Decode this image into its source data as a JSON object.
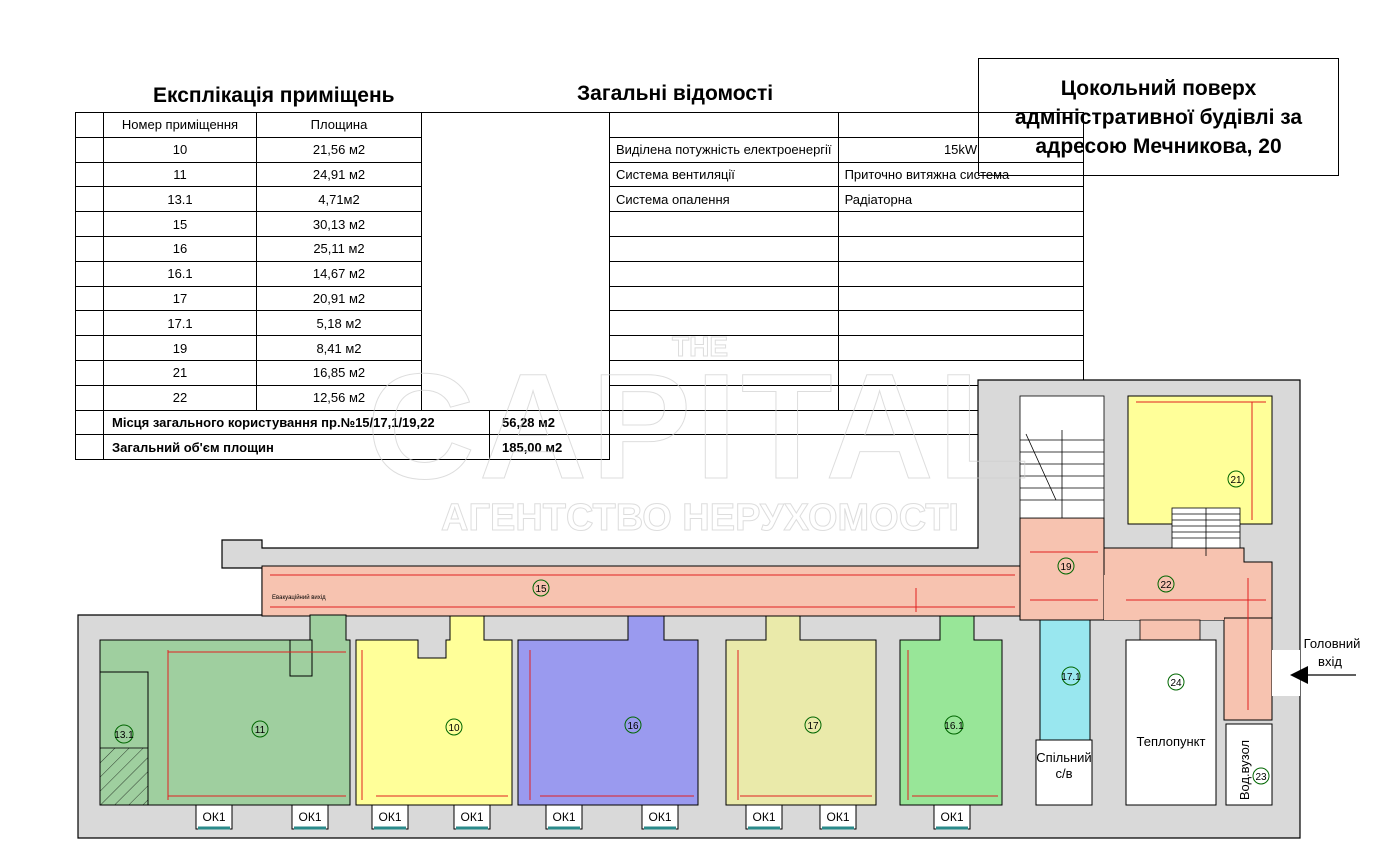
{
  "headings": {
    "explication": "Експлікація приміщень",
    "general": "Загальні відомості"
  },
  "title_box": {
    "line1": "Цокольний поверх",
    "line2": "адміністративної будівлі за",
    "line3": "адресою Мечникова, 20"
  },
  "table": {
    "col_room": "Номер приміщення",
    "col_area": "Площина",
    "rows": [
      {
        "room": "10",
        "area": "21,56 м2",
        "param": "Виділена потужність електроенергії",
        "value": "15kW"
      },
      {
        "room": "11",
        "area": "24,91 м2",
        "param": "Система  вентиляції",
        "value": "Приточно витяжна система"
      },
      {
        "room": "13.1",
        "area": "4,71м2",
        "param": "Система опалення",
        "value": "Радіаторна"
      },
      {
        "room": "15",
        "area": "30,13 м2",
        "param": "",
        "value": ""
      },
      {
        "room": "16",
        "area": "25,11 м2",
        "param": "",
        "value": ""
      },
      {
        "room": "16.1",
        "area": "14,67 м2",
        "param": "",
        "value": ""
      },
      {
        "room": "17",
        "area": "20,91 м2",
        "param": "",
        "value": ""
      },
      {
        "room": "17.1",
        "area": "5,18 м2",
        "param": "",
        "value": ""
      },
      {
        "room": "19",
        "area": "8,41 м2",
        "param": "",
        "value": ""
      },
      {
        "room": "21",
        "area": "16,85 м2",
        "param": "",
        "value": ""
      },
      {
        "room": "22",
        "area": "12,56 м2",
        "param": "",
        "value": ""
      }
    ],
    "common_label": "Місця загального користування пр.№15/17,1/19,22",
    "common_value": "56,28 м2",
    "total_label": "Загальний об'єм площин",
    "total_value": "185,00 м2"
  },
  "plan": {
    "rooms": {
      "r11": "11",
      "r13_1": "13.1",
      "r10": "10",
      "r16": "16",
      "r17": "17",
      "r16_1": "16.1",
      "r15": "15",
      "r17_1": "17.1",
      "r19": "19",
      "r22": "22",
      "r21": "21",
      "r24": "24",
      "r23": "23"
    },
    "labels": {
      "evac": "Евакуаційний вихід",
      "shared_wc": "Спільний",
      "shared_wc2": "с/в",
      "heat": "Теплопункт",
      "water": "Вод.вузол",
      "entrance1": "Головний",
      "entrance2": "вхід"
    },
    "windows": [
      "ОК1",
      "ОК1",
      "ОК1",
      "ОК1",
      "ОК1",
      "ОК1",
      "ОК1",
      "ОК1",
      "ОК1"
    ],
    "watermark": {
      "line1": "THE",
      "line2": "CAPITAL",
      "line3": "АГЕНТСТВО НЕРУХОМОСТІ"
    },
    "colors": {
      "r11": "#9fcf9f",
      "r10": "#ffff99",
      "r16": "#9a9aef",
      "r17": "#eaeaaa",
      "r16_1": "#98e698",
      "r15": "#f7c3b0",
      "r17_1": "#99e7ef",
      "r21": "#ffff99",
      "wall": "#d9d9d9"
    }
  }
}
